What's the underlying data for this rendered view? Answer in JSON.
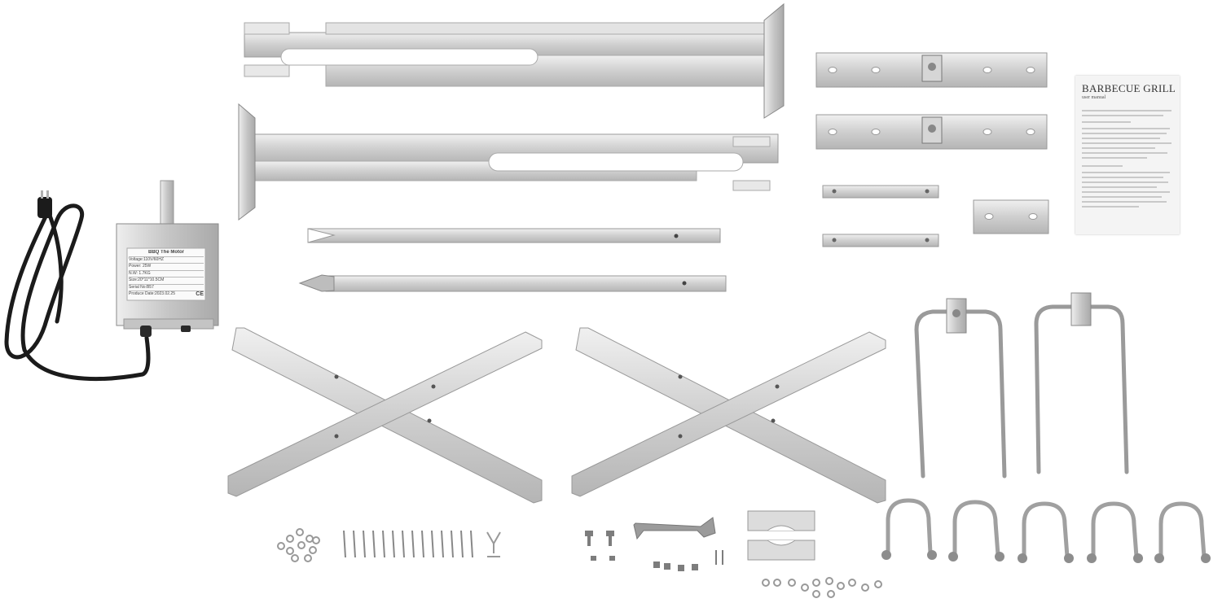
{
  "motor_label": {
    "title": "BBQ The Motor",
    "voltage": "Voltage:110V/60HZ",
    "power": "Power:  25W",
    "weight": "N.W: 1.7KG",
    "size": "Size:20*11*10.5CM",
    "serial": "Serial No:B57",
    "produce_date": "Produce Date:2023.02.25",
    "mark": "CE"
  },
  "manual": {
    "title": "BARBECUE GRILL",
    "subtitle": "user manual"
  },
  "colors": {
    "steel": "#d9d9d9",
    "steel_edge": "#9a9a9a",
    "cord": "#1b1b1b",
    "background": "#ffffff"
  }
}
